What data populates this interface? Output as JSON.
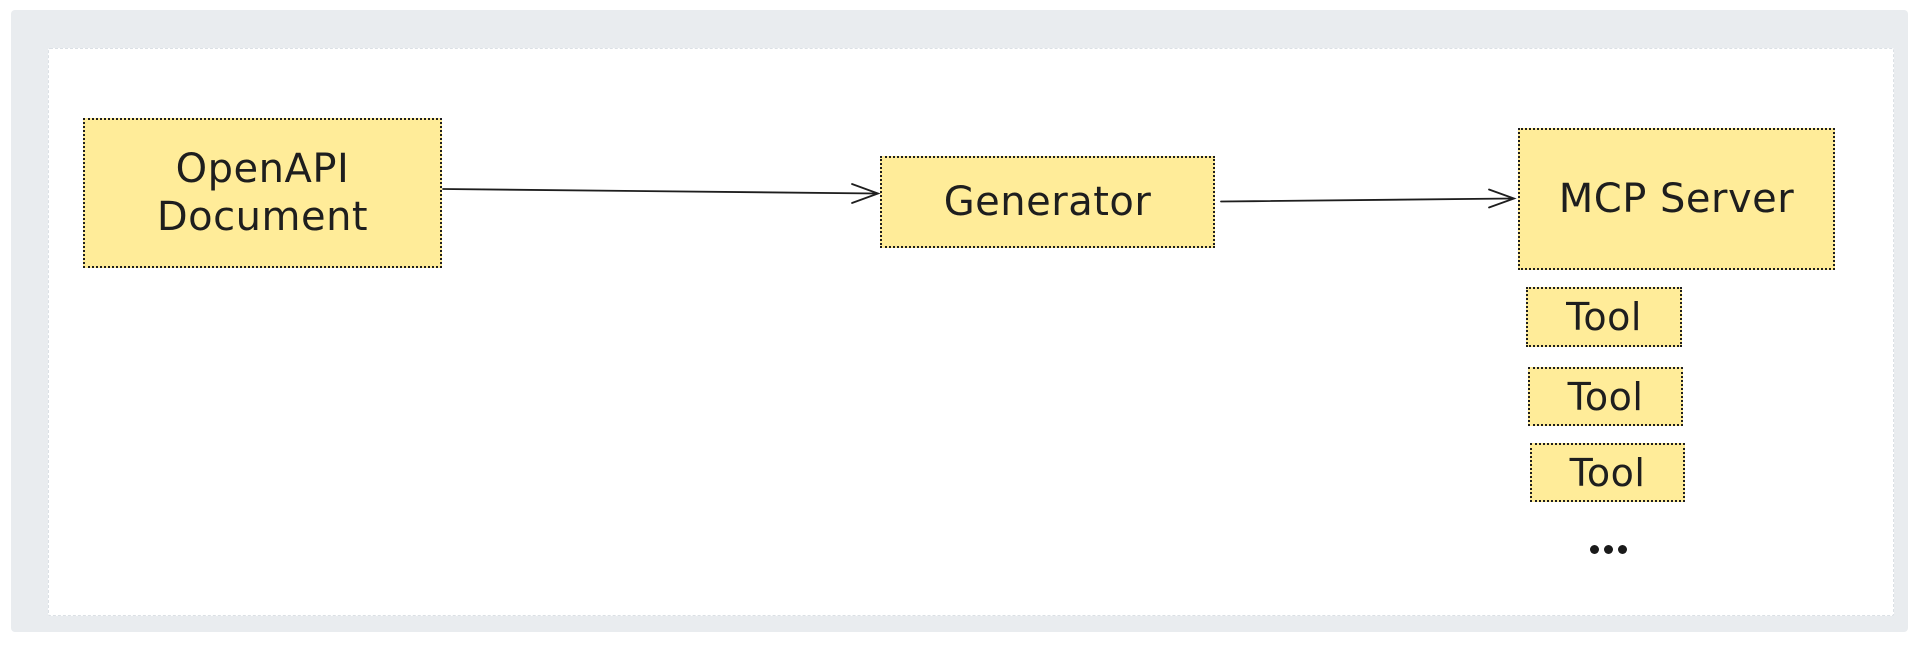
{
  "page": {
    "background_color": "#ffffff",
    "frame_color": "#e9ecef",
    "canvas_color": "#ffffff"
  },
  "diagram": {
    "style": {
      "node_fill": "#ffec99",
      "node_border_color": "#1e1e1e",
      "node_border_style": "dotted",
      "text_color": "#1e1e1e",
      "arrow_color": "#1e1e1e"
    },
    "nodes": {
      "openapi": {
        "label": "OpenAPI\nDocument"
      },
      "generator": {
        "label": "Generator"
      },
      "mcp_server": {
        "label": "MCP Server"
      }
    },
    "tools": [
      "Tool",
      "Tool",
      "Tool"
    ],
    "ellipsis": "...",
    "arrows": [
      {
        "from": "OpenAPI Document",
        "to": "Generator"
      },
      {
        "from": "Generator",
        "to": "MCP Server"
      }
    ]
  }
}
